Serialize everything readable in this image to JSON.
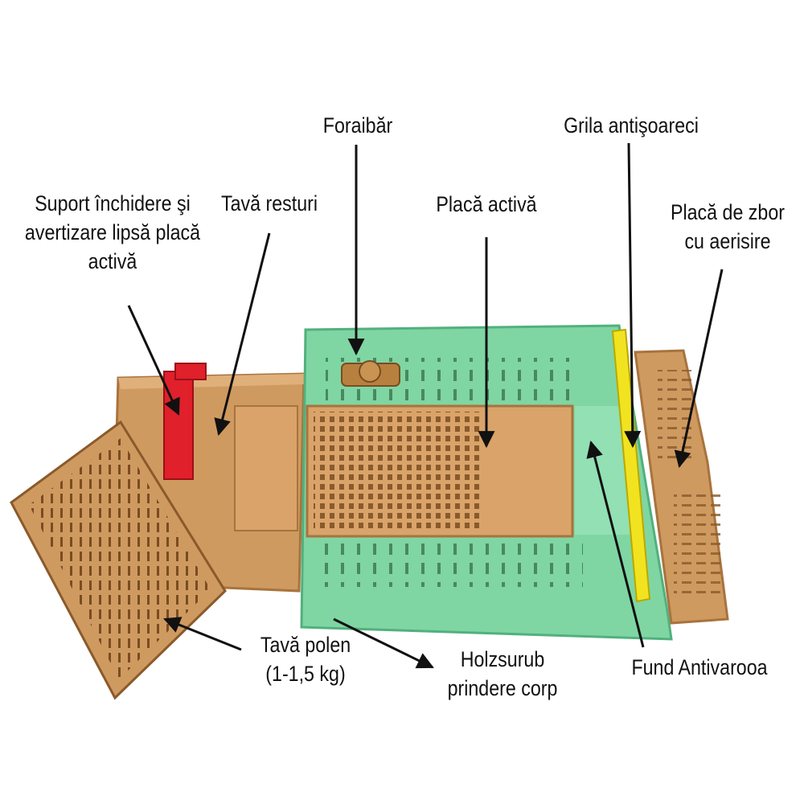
{
  "colors": {
    "frame_green": "#7fd6a3",
    "frame_green_dark": "#52b07e",
    "tray_tan": "#cf9a60",
    "tray_tan_dark": "#a8733d",
    "plate_tan": "#d9a36a",
    "red_handle": "#e0202a",
    "yellow_grill": "#f2e320",
    "label_text": "#111111"
  },
  "labels": {
    "foraibar": "Foraibăr",
    "grila": "Grila antişoareci",
    "suport": [
      "Suport închidere şi",
      "avertizare lipsă placă",
      "activă"
    ],
    "tava_resturi": "Tavă resturi",
    "placa_activa": "Placă activă",
    "placa_zbor": [
      "Placă de zbor",
      "cu aerisire"
    ],
    "tava_polen": [
      "Tavă polen",
      "(1-1,5 kg)"
    ],
    "holzsurub": [
      "Holzsurub",
      "prindere corp"
    ],
    "fund": "Fund Antivarooa"
  }
}
